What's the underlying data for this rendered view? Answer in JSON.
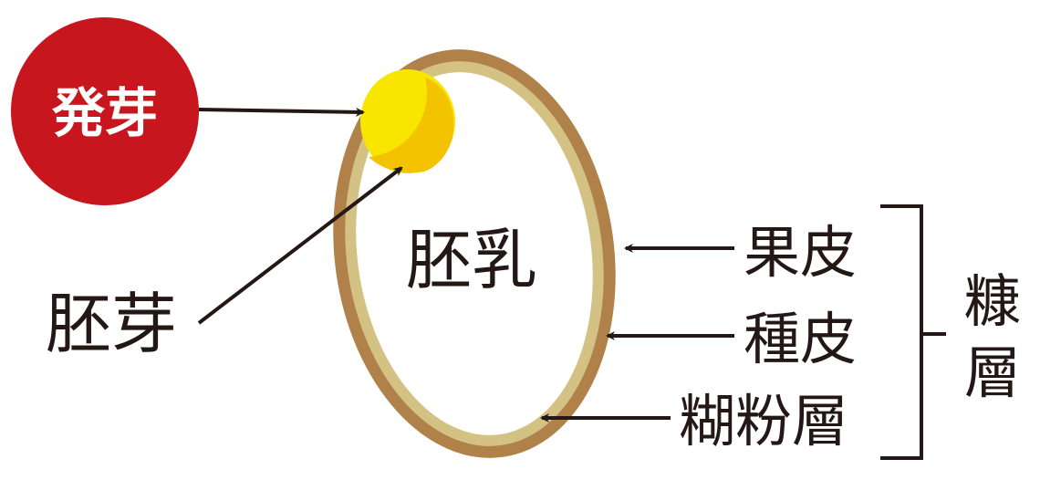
{
  "labels": {
    "sprout": "発芽",
    "germ": "胚芽",
    "endosperm": "胚乳",
    "pericarp": "果皮",
    "seed_coat": "種皮",
    "aleurone": "糊粉層",
    "bran_char1": "糠",
    "bran_char2": "層"
  },
  "colors": {
    "badge": "#C8161E",
    "outer_layer": "#B0824A",
    "inner_layer": "#D4C285",
    "germ_light": "#F8E600",
    "germ_dark": "#F4C300",
    "ink": "#231815"
  }
}
